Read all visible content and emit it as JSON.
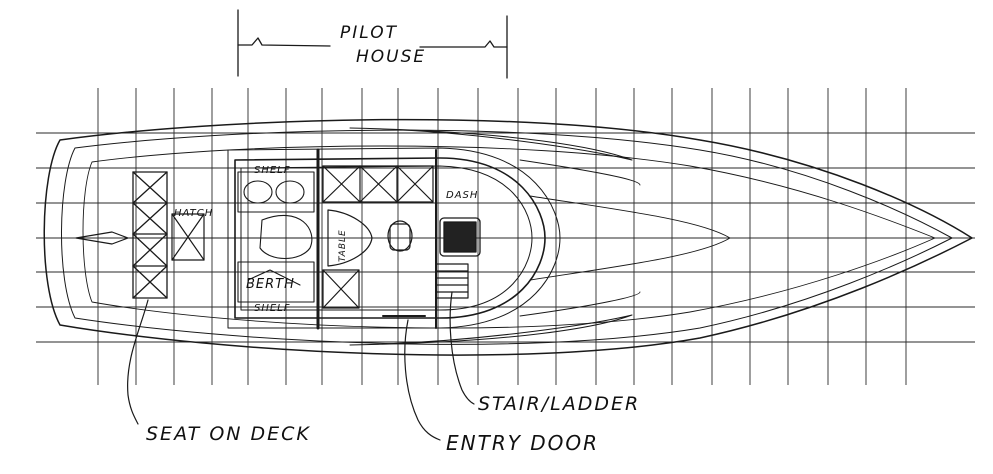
{
  "labels": {
    "pilot": "PILOT",
    "house": "HOUSE",
    "shelf_top": "SHELF",
    "shelf_bottom": "SHELF",
    "hatch": "HATCH",
    "berth": "BERTH",
    "table": "TABLE",
    "dash": "DASH",
    "stair_ladder": "STAIR/LADDER",
    "seat_on_deck": "SEAT ON DECK",
    "entry_door": "ENTRY DOOR"
  }
}
